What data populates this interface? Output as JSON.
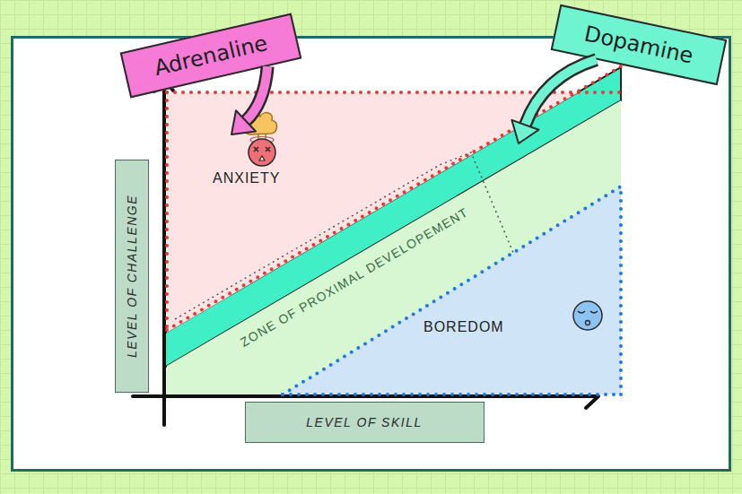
{
  "diagram": {
    "nodes": [
      {
        "text": [
          "Adrenaline"
        ]
      },
      {
        "text": [
          "Dopamine"
        ]
      },
      {
        "text": [
          "ANXIETY"
        ]
      },
      {
        "text": [
          "ZONE OF PROXIMAL DEVELOPEMENT"
        ]
      },
      {
        "text": [
          "BOREDOM"
        ]
      },
      {
        "text": [
          "LEVEL OF CHALLENGE"
        ]
      },
      {
        "text": [
          "LEVEL OF SKILL"
        ]
      }
    ],
    "edges": [
      {
        "from": 0,
        "to": 2,
        "arrow": "to"
      },
      {
        "from": 1,
        "to": 3,
        "arrow": "to"
      }
    ]
  }
}
